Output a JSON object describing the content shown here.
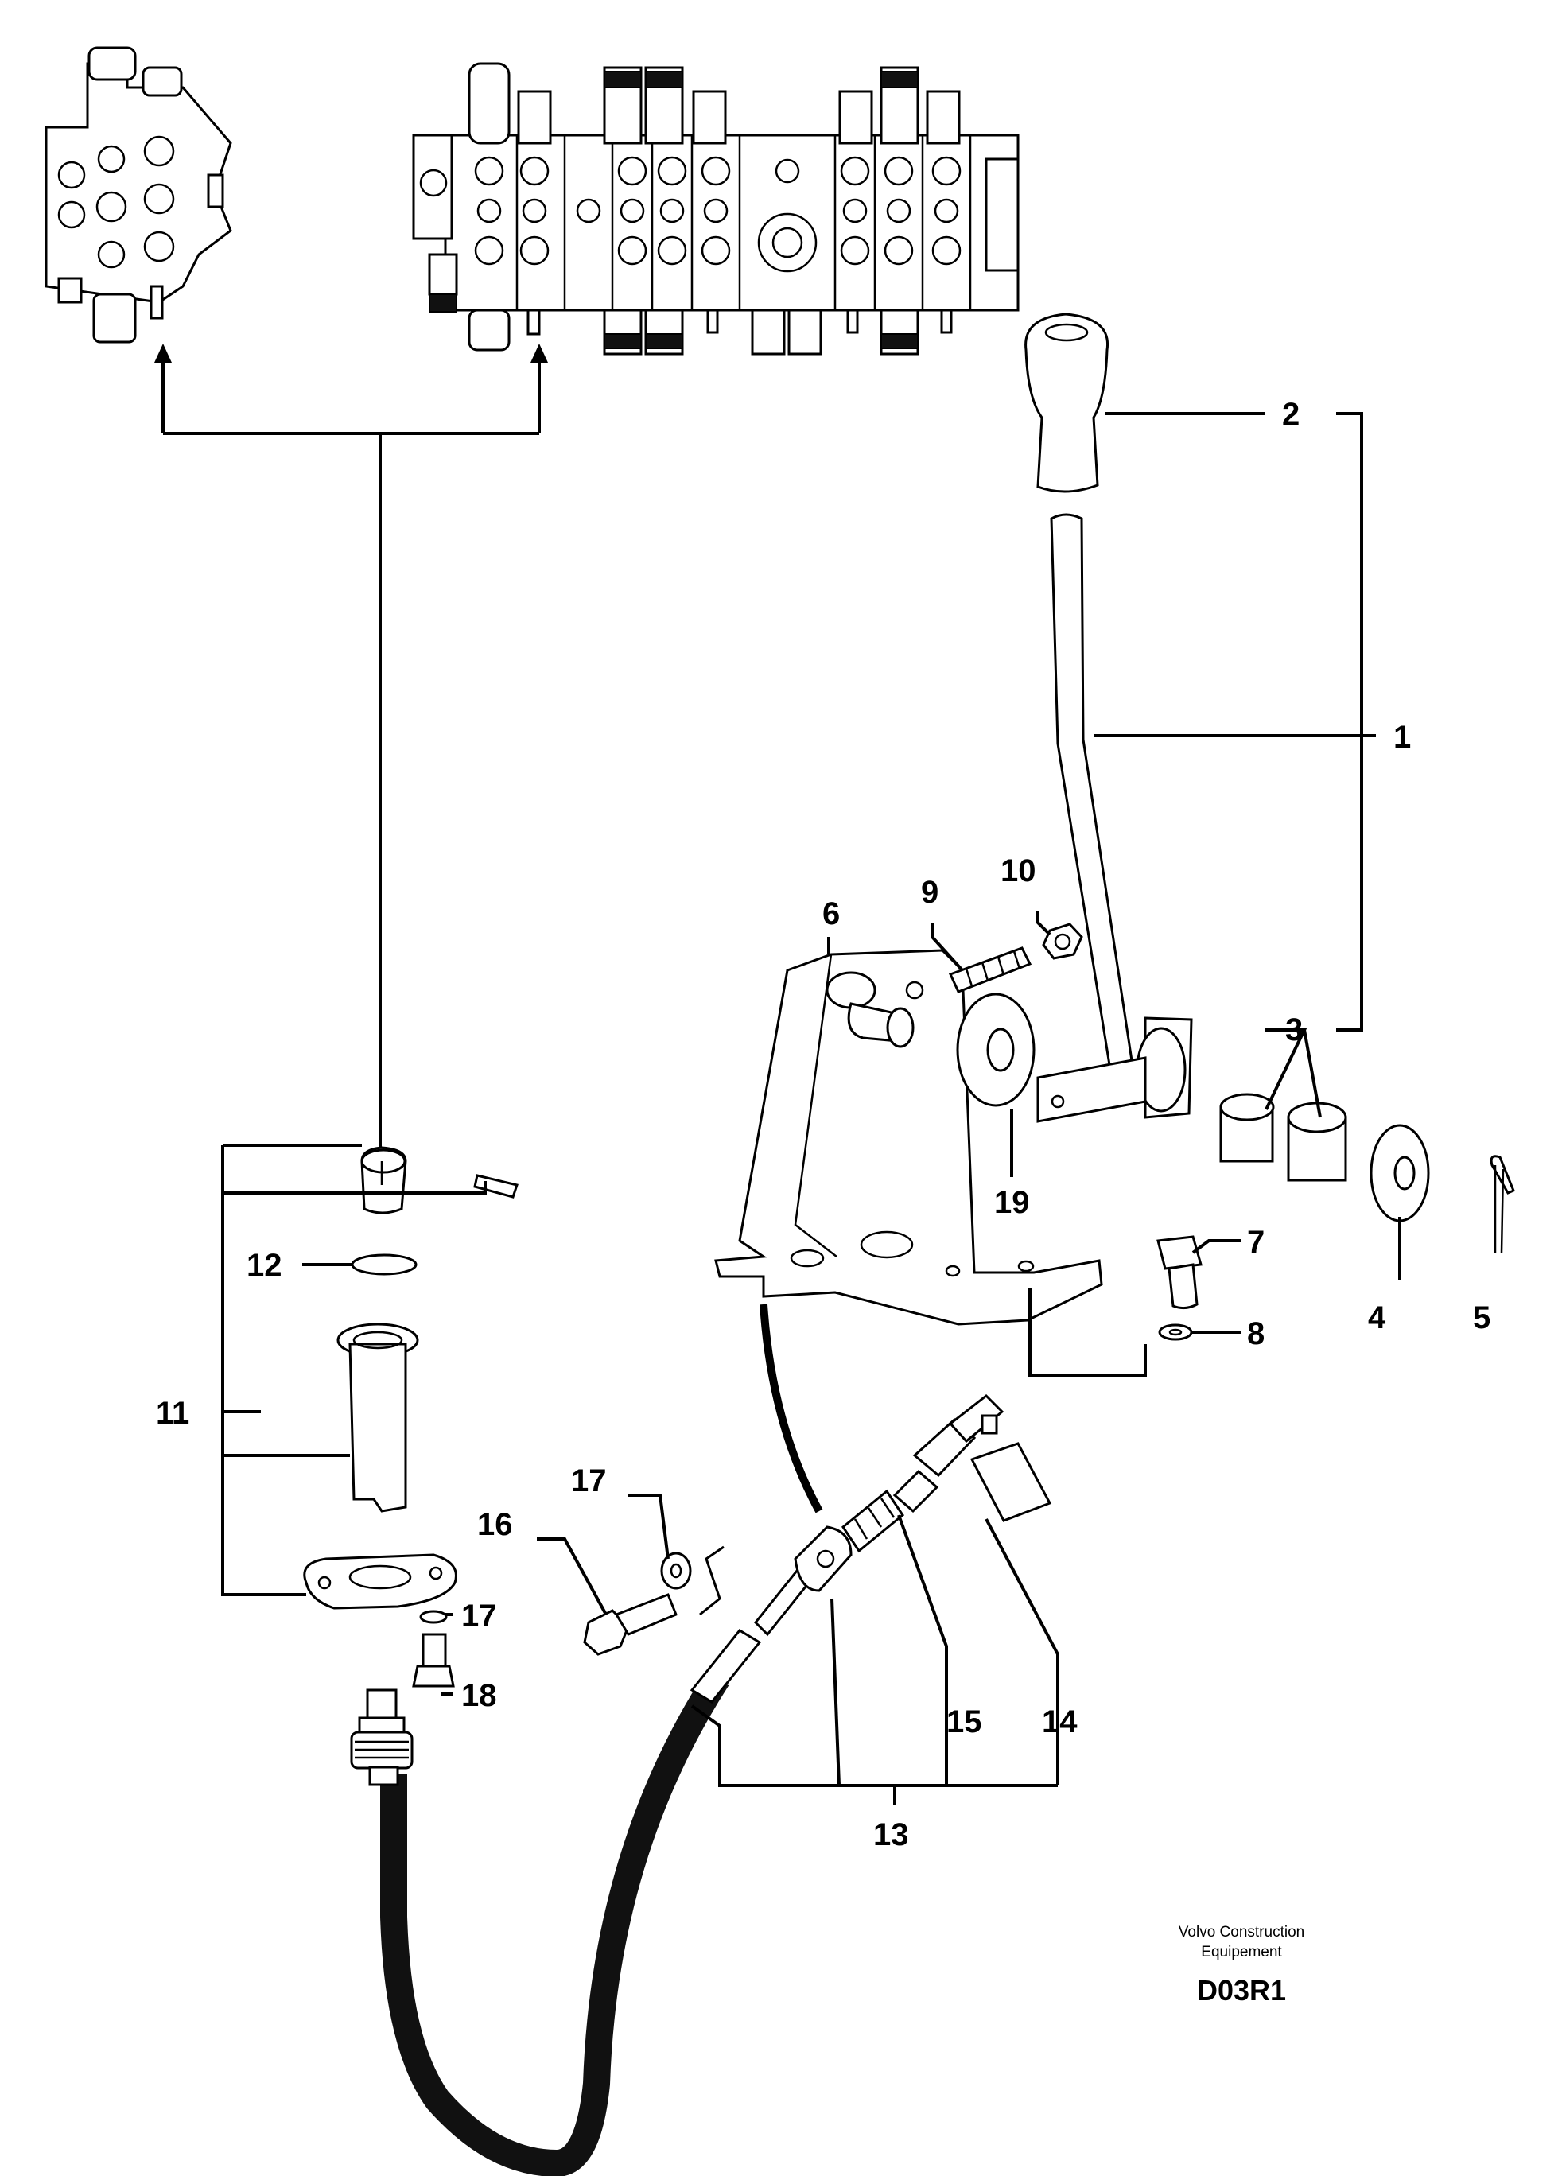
{
  "part_labels": [
    "1",
    "2",
    "3",
    "4",
    "5",
    "6",
    "7",
    "8",
    "9",
    "10",
    "11",
    "12",
    "13",
    "14",
    "15",
    "16",
    "17",
    "17",
    "18",
    "19"
  ],
  "footer": {
    "brand_line1": "Volvo Construction",
    "brand_line2": "Equipement",
    "drawing_code": "D03R1"
  }
}
